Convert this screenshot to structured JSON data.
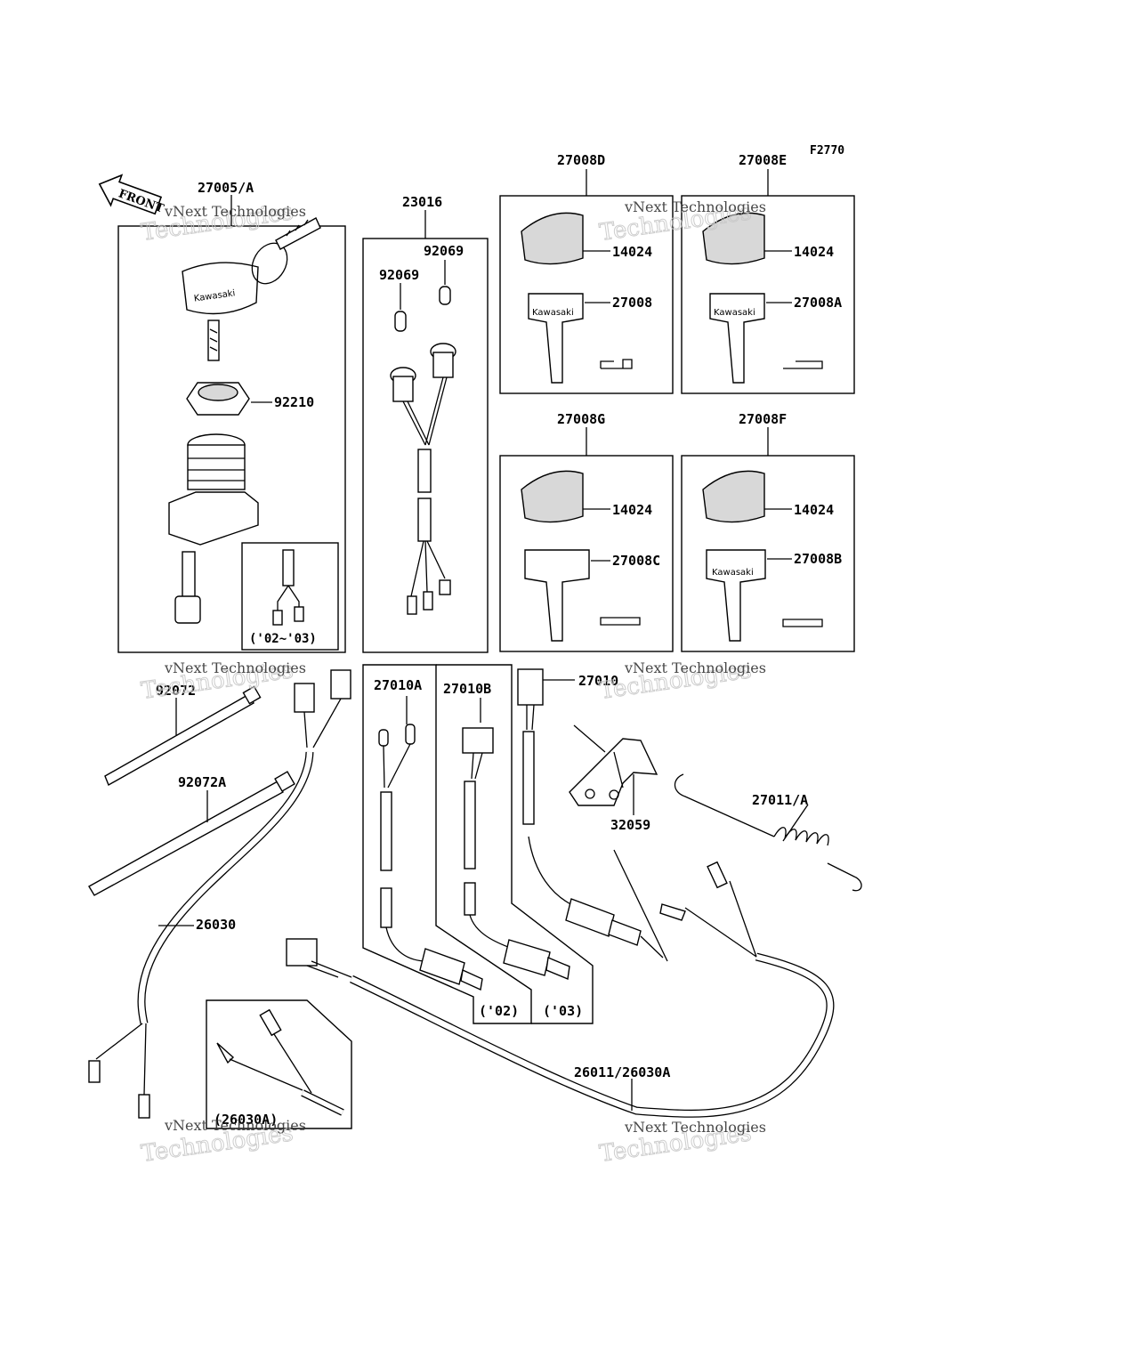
{
  "figure_code": "F2770",
  "front_label": "FRONT",
  "watermark": {
    "line1": "vNext Technologies",
    "line2": "Technologies",
    "top": "vNext"
  },
  "labels": {
    "p27005A": "27005/A",
    "p23016": "23016",
    "p92069a": "92069",
    "p92069b": "92069",
    "p92210": "92210",
    "p0203": "('02~'03)",
    "p27008D": "27008D",
    "p27008E": "27008E",
    "p14024a": "14024",
    "p14024b": "14024",
    "p14024c": "14024",
    "p14024d": "14024",
    "p27008": "27008",
    "p27008A": "27008A",
    "p27008G": "27008G",
    "p27008F": "27008F",
    "p27008C": "27008C",
    "p27008B": "27008B",
    "p92072": "92072",
    "p92072A": "92072A",
    "p26030": "26030",
    "p27010A": "27010A",
    "p27010B": "27010B",
    "p27010": "27010",
    "p32059": "32059",
    "p27011A": "27011/A",
    "p02": "('02)",
    "p03": "('03)",
    "p26011": "26011/26030A",
    "p26030A": "(26030A)"
  },
  "key_brand": "Kawasaki"
}
